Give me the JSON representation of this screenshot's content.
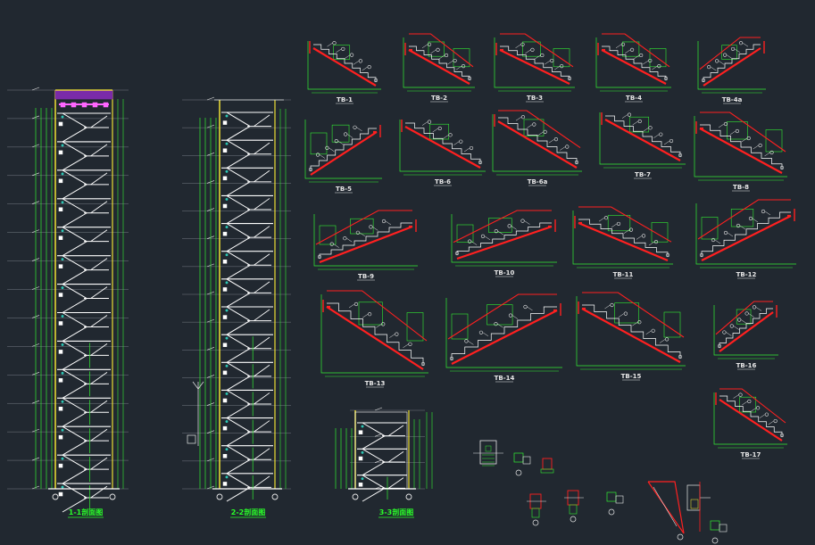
{
  "colors": {
    "background": "#212830",
    "structure": "#ffffff",
    "grid": "#33ee33",
    "rebar": "#ff2020",
    "wall": "#ffee33",
    "roof": "#7a2aa8",
    "label": "#e8e8e8",
    "title": "#29ff29"
  },
  "sections": [
    {
      "id": "section-1",
      "title": "1-1剖面图",
      "floors": 14
    },
    {
      "id": "section-2",
      "title": "2-2剖面图",
      "floors": 14
    },
    {
      "id": "section-3",
      "title": "3-3剖面图",
      "floors": 3
    }
  ],
  "details": [
    {
      "label": "TB-1",
      "dir": 1,
      "landing": false,
      "rail": false
    },
    {
      "label": "TB-2",
      "dir": 1,
      "landing": true,
      "rail": true
    },
    {
      "label": "TB-3",
      "dir": 1,
      "landing": true,
      "rail": true
    },
    {
      "label": "TB-4",
      "dir": 1,
      "landing": true,
      "rail": true
    },
    {
      "label": "TB-4a",
      "dir": -1,
      "landing": false,
      "rail": true
    },
    {
      "label": "TB-5",
      "dir": -1,
      "landing": true,
      "rail": false
    },
    {
      "label": "TB-6",
      "dir": 1,
      "landing": false,
      "rail": false
    },
    {
      "label": "TB-6a",
      "dir": 1,
      "landing": false,
      "rail": true
    },
    {
      "label": "TB-7",
      "dir": 1,
      "landing": false,
      "rail": false
    },
    {
      "label": "TB-8",
      "dir": 1,
      "landing": true,
      "rail": true
    },
    {
      "label": "TB-9",
      "dir": -1,
      "landing": true,
      "rail": true
    },
    {
      "label": "TB-10",
      "dir": -1,
      "landing": true,
      "rail": true
    },
    {
      "label": "TB-11",
      "dir": 1,
      "landing": true,
      "rail": true
    },
    {
      "label": "TB-12",
      "dir": -1,
      "landing": true,
      "rail": true
    },
    {
      "label": "TB-13",
      "dir": 1,
      "landing": true,
      "rail": true
    },
    {
      "label": "TB-14",
      "dir": -1,
      "landing": true,
      "rail": true
    },
    {
      "label": "TB-15",
      "dir": 1,
      "landing": true,
      "rail": true
    },
    {
      "label": "TB-16",
      "dir": -1,
      "landing": false,
      "rail": true
    },
    {
      "label": "TB-17",
      "dir": 1,
      "landing": false,
      "rail": true
    }
  ],
  "node_details": [
    {
      "id": "node-1"
    },
    {
      "id": "node-2"
    },
    {
      "id": "node-3"
    },
    {
      "id": "node-4"
    },
    {
      "id": "node-5"
    },
    {
      "id": "node-6"
    },
    {
      "id": "node-7"
    },
    {
      "id": "node-8"
    }
  ]
}
